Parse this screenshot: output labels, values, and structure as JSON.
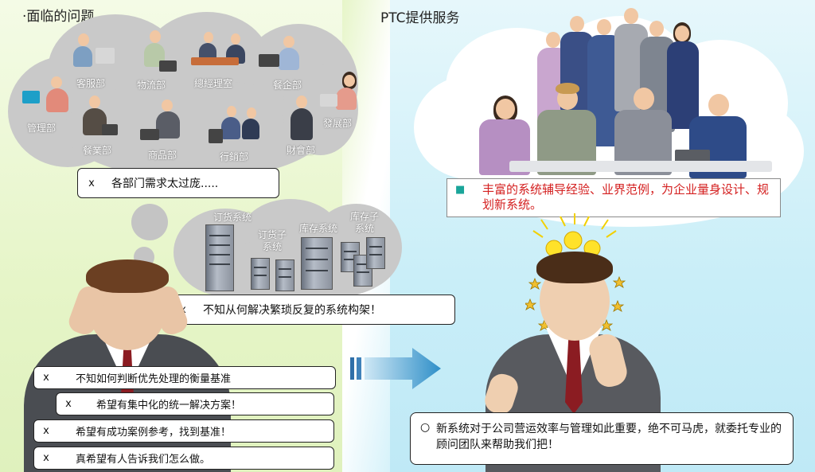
{
  "left": {
    "title": "·面临的问题",
    "departments": [
      "客服部",
      "物流部",
      "總經理室",
      "餐企部",
      "管理部",
      "餐業部",
      "商品部",
      "行銷部",
      "財會部",
      "發展部"
    ],
    "dept_problem": {
      "mark": "x",
      "text": "各部门需求太过庞....."
    },
    "systems": [
      "订货系统",
      "订货子\n系统",
      "库存系统",
      "库存子\n系统"
    ],
    "system_problem": {
      "mark": "x",
      "text": "不知从何解决繁琐反复的系统构架！"
    },
    "issues": [
      {
        "mark": "x",
        "text": "不知如何判断优先处理的衡量基准"
      },
      {
        "mark": "x",
        "text": "希望有集中化的统一解决方案！"
      },
      {
        "mark": "x",
        "text": "希望有成功案例参考，找到基准！"
      },
      {
        "mark": "x",
        "text": "真希望有人告诉我们怎么做。"
      }
    ]
  },
  "right": {
    "title": "PTC提供服务",
    "service": {
      "mark": "■",
      "text": "丰富的系统辅导经验、业界范例，为企业量身设计、规划新系统。"
    },
    "solution": {
      "mark": "○",
      "text": "新系统对于公司营运效率与管理如此重要，绝不可马虎，就委托专业的顾问团队来帮助我们把！"
    }
  },
  "colors": {
    "accent_red": "#d42020",
    "arrow_blue": "#2f8fc8",
    "service_mark": "#1aa59a"
  }
}
